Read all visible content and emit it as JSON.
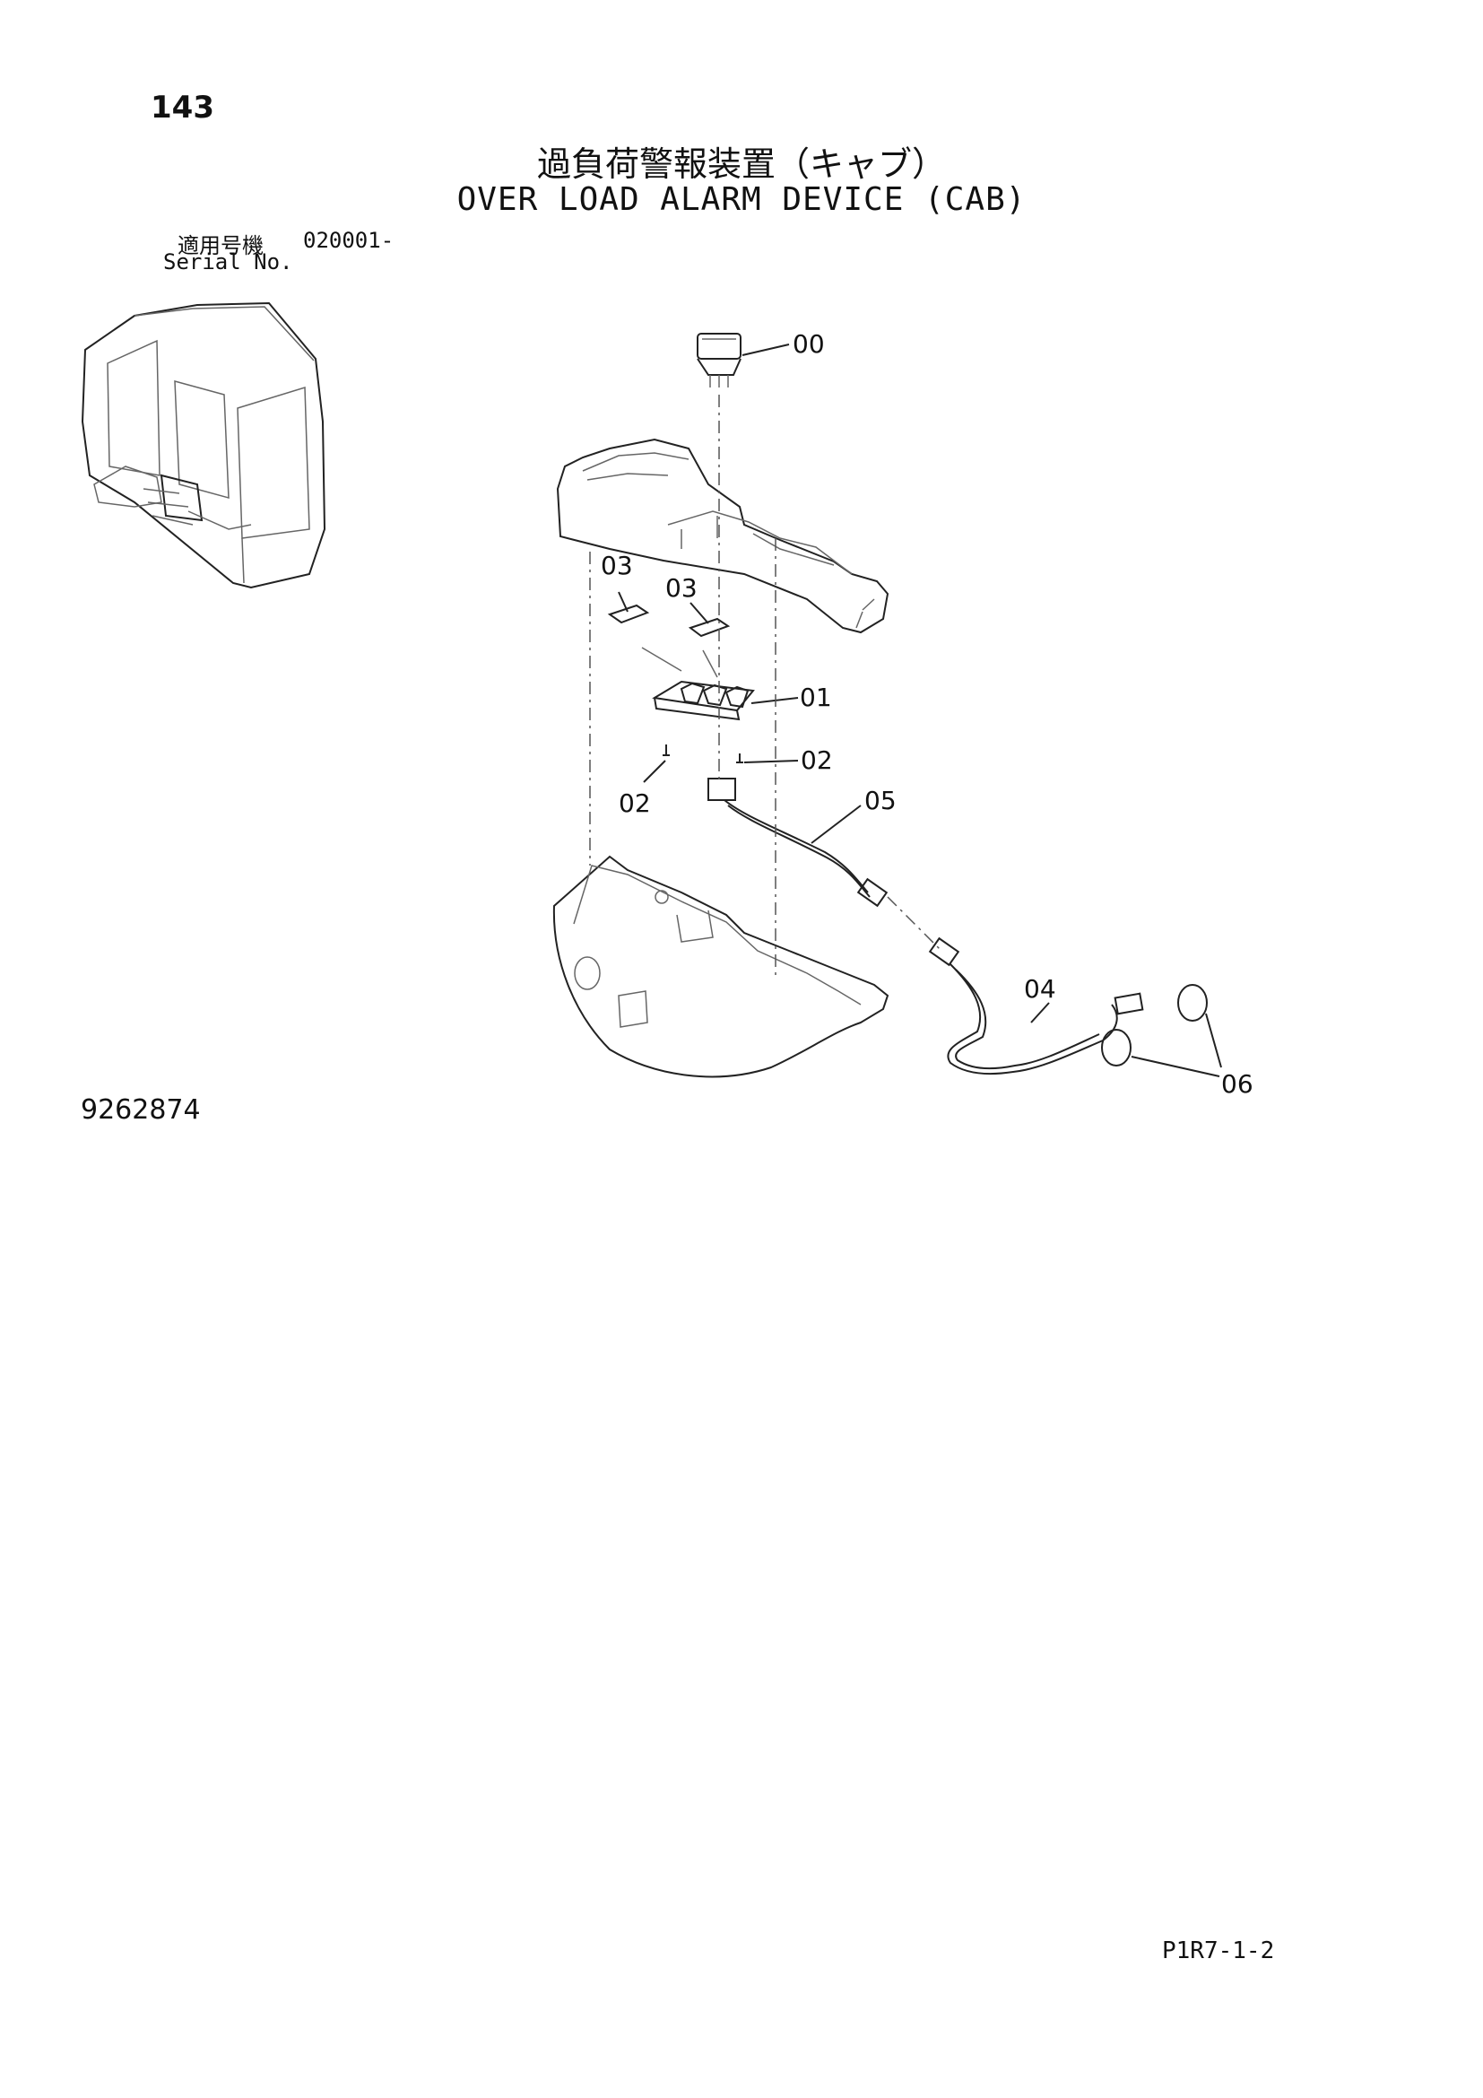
{
  "page_number": "143",
  "title_ja": "過負荷警報装置（キャブ）",
  "title_en": "OVER LOAD ALARM DEVICE (CAB)",
  "serial": {
    "label_ja": "適用号機",
    "value": "020001-",
    "label_en": "Serial No."
  },
  "callouts": [
    "00",
    "01",
    "02",
    "02",
    "03",
    "03",
    "04",
    "05",
    "06"
  ],
  "drawing_number": "9262874",
  "page_code": "P1R7-1-2"
}
